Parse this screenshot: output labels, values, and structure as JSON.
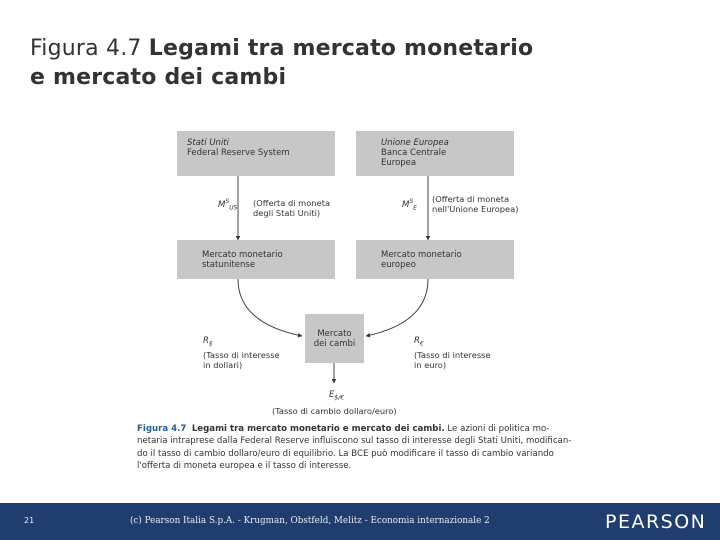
{
  "slide": {
    "title_prefix": "Figura 4.7 ",
    "title_bold_line1": "Legami tra mercato monetario",
    "title_bold_line2": "e mercato dei cambi"
  },
  "diagram": {
    "box_us_fed": {
      "line1": "Stati Uniti",
      "line2": "Federal Reserve System"
    },
    "box_eu_ecb": {
      "line1": "Unione Europea",
      "line2": "Banca Centrale",
      "line3": "Europea"
    },
    "box_us_money": {
      "line1": "Mercato monetario",
      "line2": "statunitense"
    },
    "box_eu_money": {
      "line1": "Mercato monetario",
      "line2": "europeo"
    },
    "box_fx": {
      "line1": "Mercato",
      "line2": "dei cambi"
    },
    "us_supply": {
      "symbol": "M",
      "sup": "S",
      "sub": "US",
      "line1": "(Offerta di moneta",
      "line2": "degli Stati Uniti)"
    },
    "eu_supply": {
      "symbol": "M",
      "sup": "S",
      "sub": "E",
      "line1": "(Offerta di moneta",
      "line2": "nell'Unione Europea)"
    },
    "us_rate": {
      "symbol": "R",
      "sub": "$",
      "line1": "(Tasso di interesse",
      "line2": "in dollari)"
    },
    "eu_rate": {
      "symbol": "R",
      "sub": "€",
      "line1": "(Tasso di interesse",
      "line2": "in euro)"
    },
    "fx_rate": {
      "symbol": "E",
      "sub": "$/€",
      "line1": "(Tasso di cambio dollaro/euro)"
    }
  },
  "caption": {
    "lead": "Figura 4.7",
    "head": "Legami tra mercato monetario e mercato dei cambi.",
    "line1_rest": " Le azioni di politica mo-",
    "line2": "netaria intraprese dalla Federal Reserve influiscono sul tasso di interesse degli Stati Uniti, modifican-",
    "line3": "do il tasso di cambio dollaro/euro di equilibrio. La BCE può modificare il tasso di cambio variando",
    "line4": "l'offerta di moneta europea e il tasso di interesse."
  },
  "footer": {
    "page": "21",
    "copyright": "(c) Pearson Italia S.p.A. - Krugman, Obstfeld, Melitz - Economia internazionale 2",
    "brand": "PEARSON"
  },
  "colors": {
    "box": "#c7c7c7",
    "footer": "#1f3d6e",
    "caption_lead": "#2a5d8f"
  }
}
